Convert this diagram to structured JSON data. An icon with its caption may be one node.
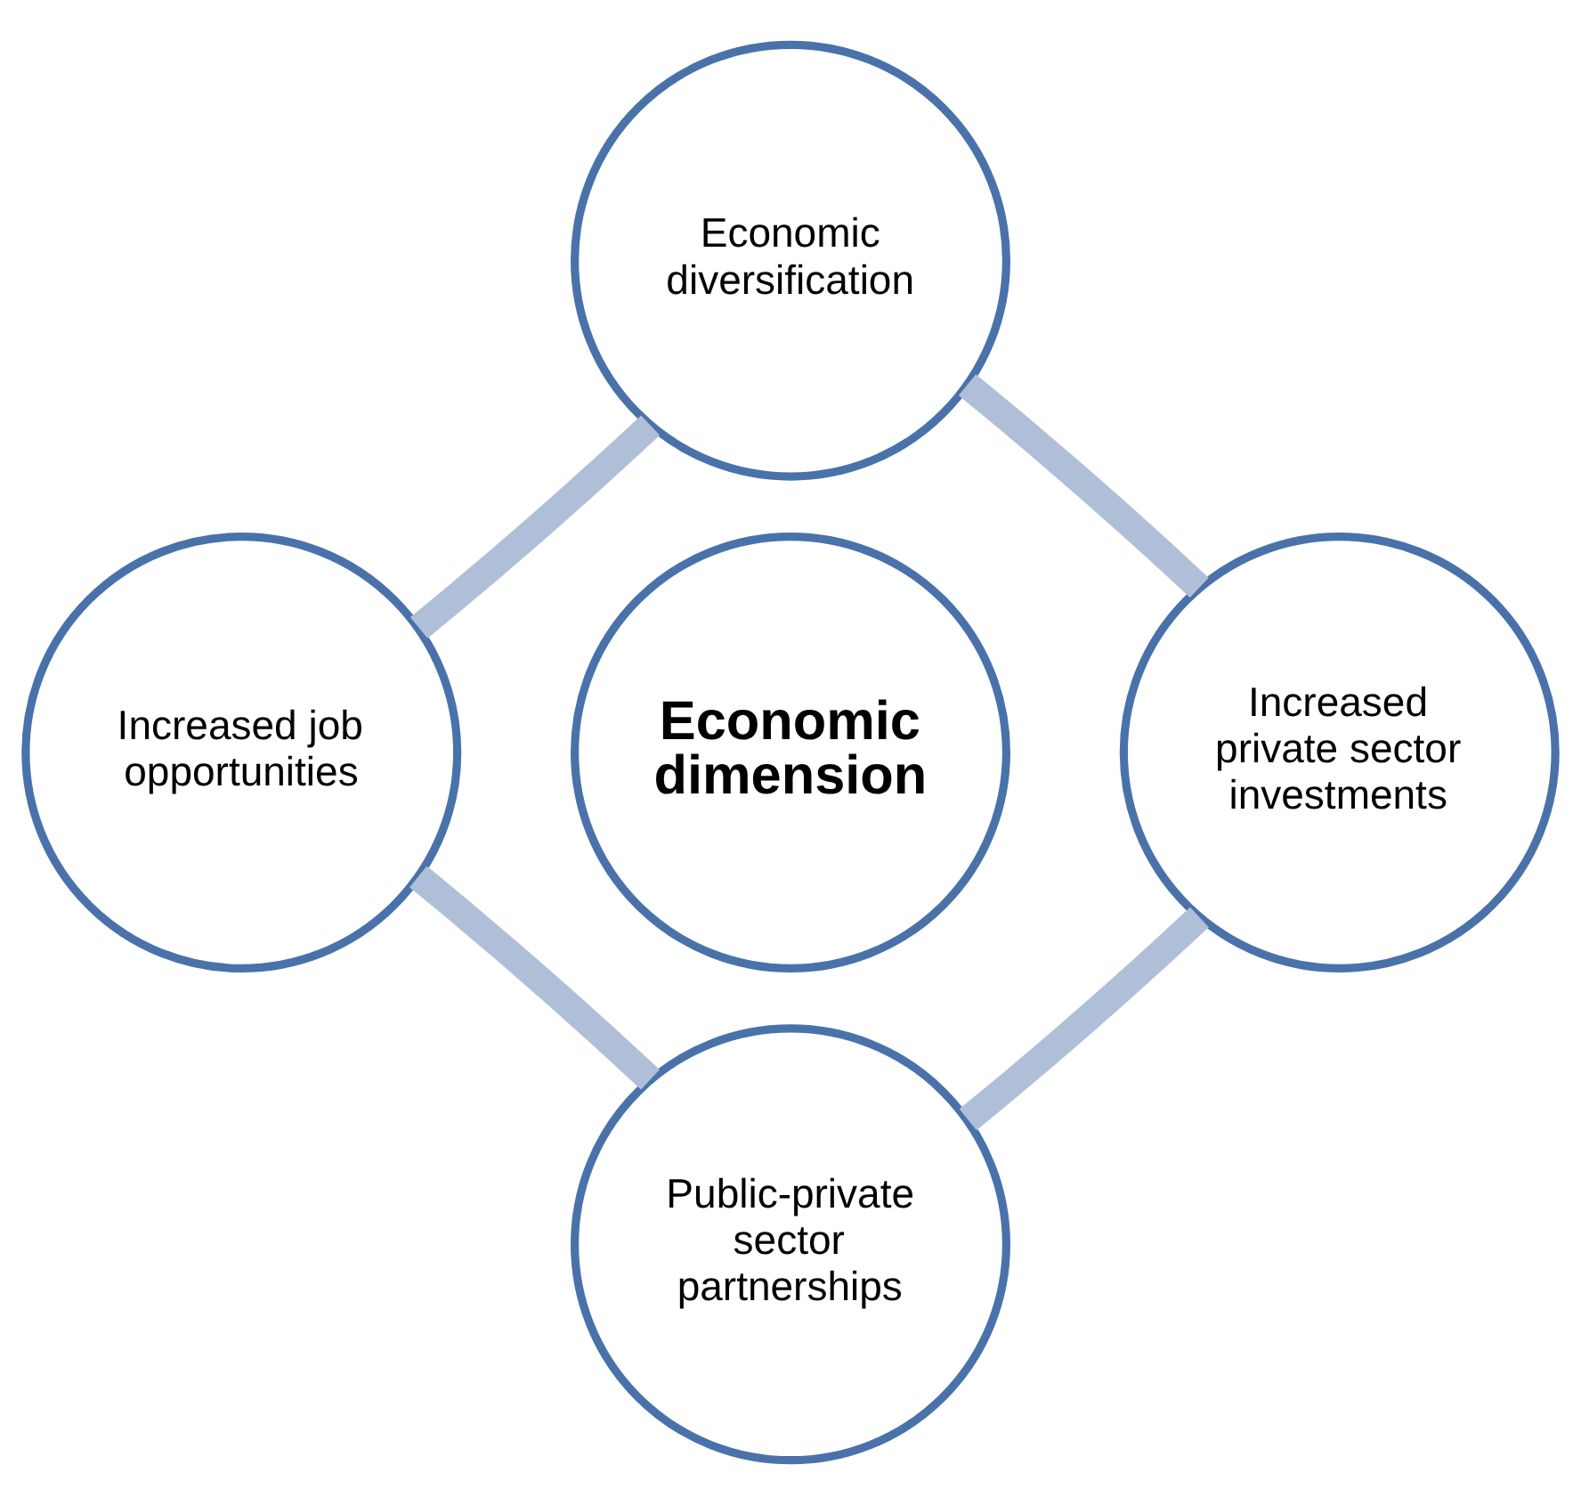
{
  "diagram": {
    "nodes": [
      {
        "text": [
          "Economic diversification"
        ]
      },
      {
        "text": [
          "Increased job opportunities"
        ]
      },
      {
        "text": [
          "Economic dimension"
        ]
      },
      {
        "text": [
          "Increased private sector investments"
        ]
      },
      {
        "text": [
          "Public-private sector partnerships"
        ]
      }
    ],
    "edges": [
      {
        "from": 0,
        "to": 3,
        "arrow": "none"
      },
      {
        "from": 3,
        "to": 4,
        "arrow": "none"
      },
      {
        "from": 4,
        "to": 1,
        "arrow": "none"
      },
      {
        "from": 1,
        "to": 0,
        "arrow": "none"
      }
    ]
  }
}
